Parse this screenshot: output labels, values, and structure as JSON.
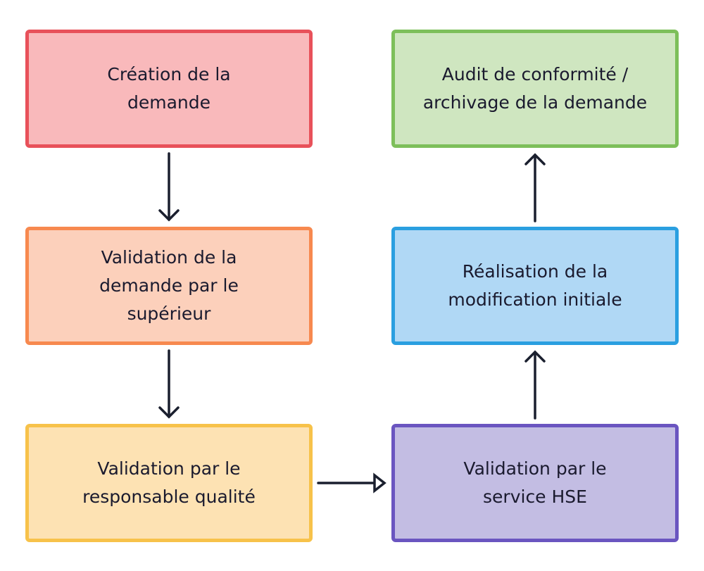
{
  "diagram": {
    "nodes": [
      {
        "id": "n1",
        "label": "Création de la demande",
        "fill": "#f9b9bb",
        "border": "#e8515a"
      },
      {
        "id": "n2",
        "label": "Validation de la demande par le supérieur",
        "fill": "#fcd0bb",
        "border": "#f7894f"
      },
      {
        "id": "n3",
        "label": "Validation par le responsable qualité",
        "fill": "#fde2b3",
        "border": "#f7c24a"
      },
      {
        "id": "n4",
        "label": "Validation par le service HSE",
        "fill": "#c3bde3",
        "border": "#6a55c0"
      },
      {
        "id": "n5",
        "label": "Réalisation de la modification initiale",
        "fill": "#b0d8f5",
        "border": "#2a9fe0"
      },
      {
        "id": "n6",
        "label": "Audit de conformité / archivage de la demande",
        "fill": "#cfe6c0",
        "border": "#7dbf5a"
      }
    ],
    "edges": [
      {
        "from": "n1",
        "to": "n2"
      },
      {
        "from": "n2",
        "to": "n3"
      },
      {
        "from": "n3",
        "to": "n4"
      },
      {
        "from": "n4",
        "to": "n5"
      },
      {
        "from": "n5",
        "to": "n6"
      }
    ],
    "edge_color": "#1a1f2e"
  }
}
